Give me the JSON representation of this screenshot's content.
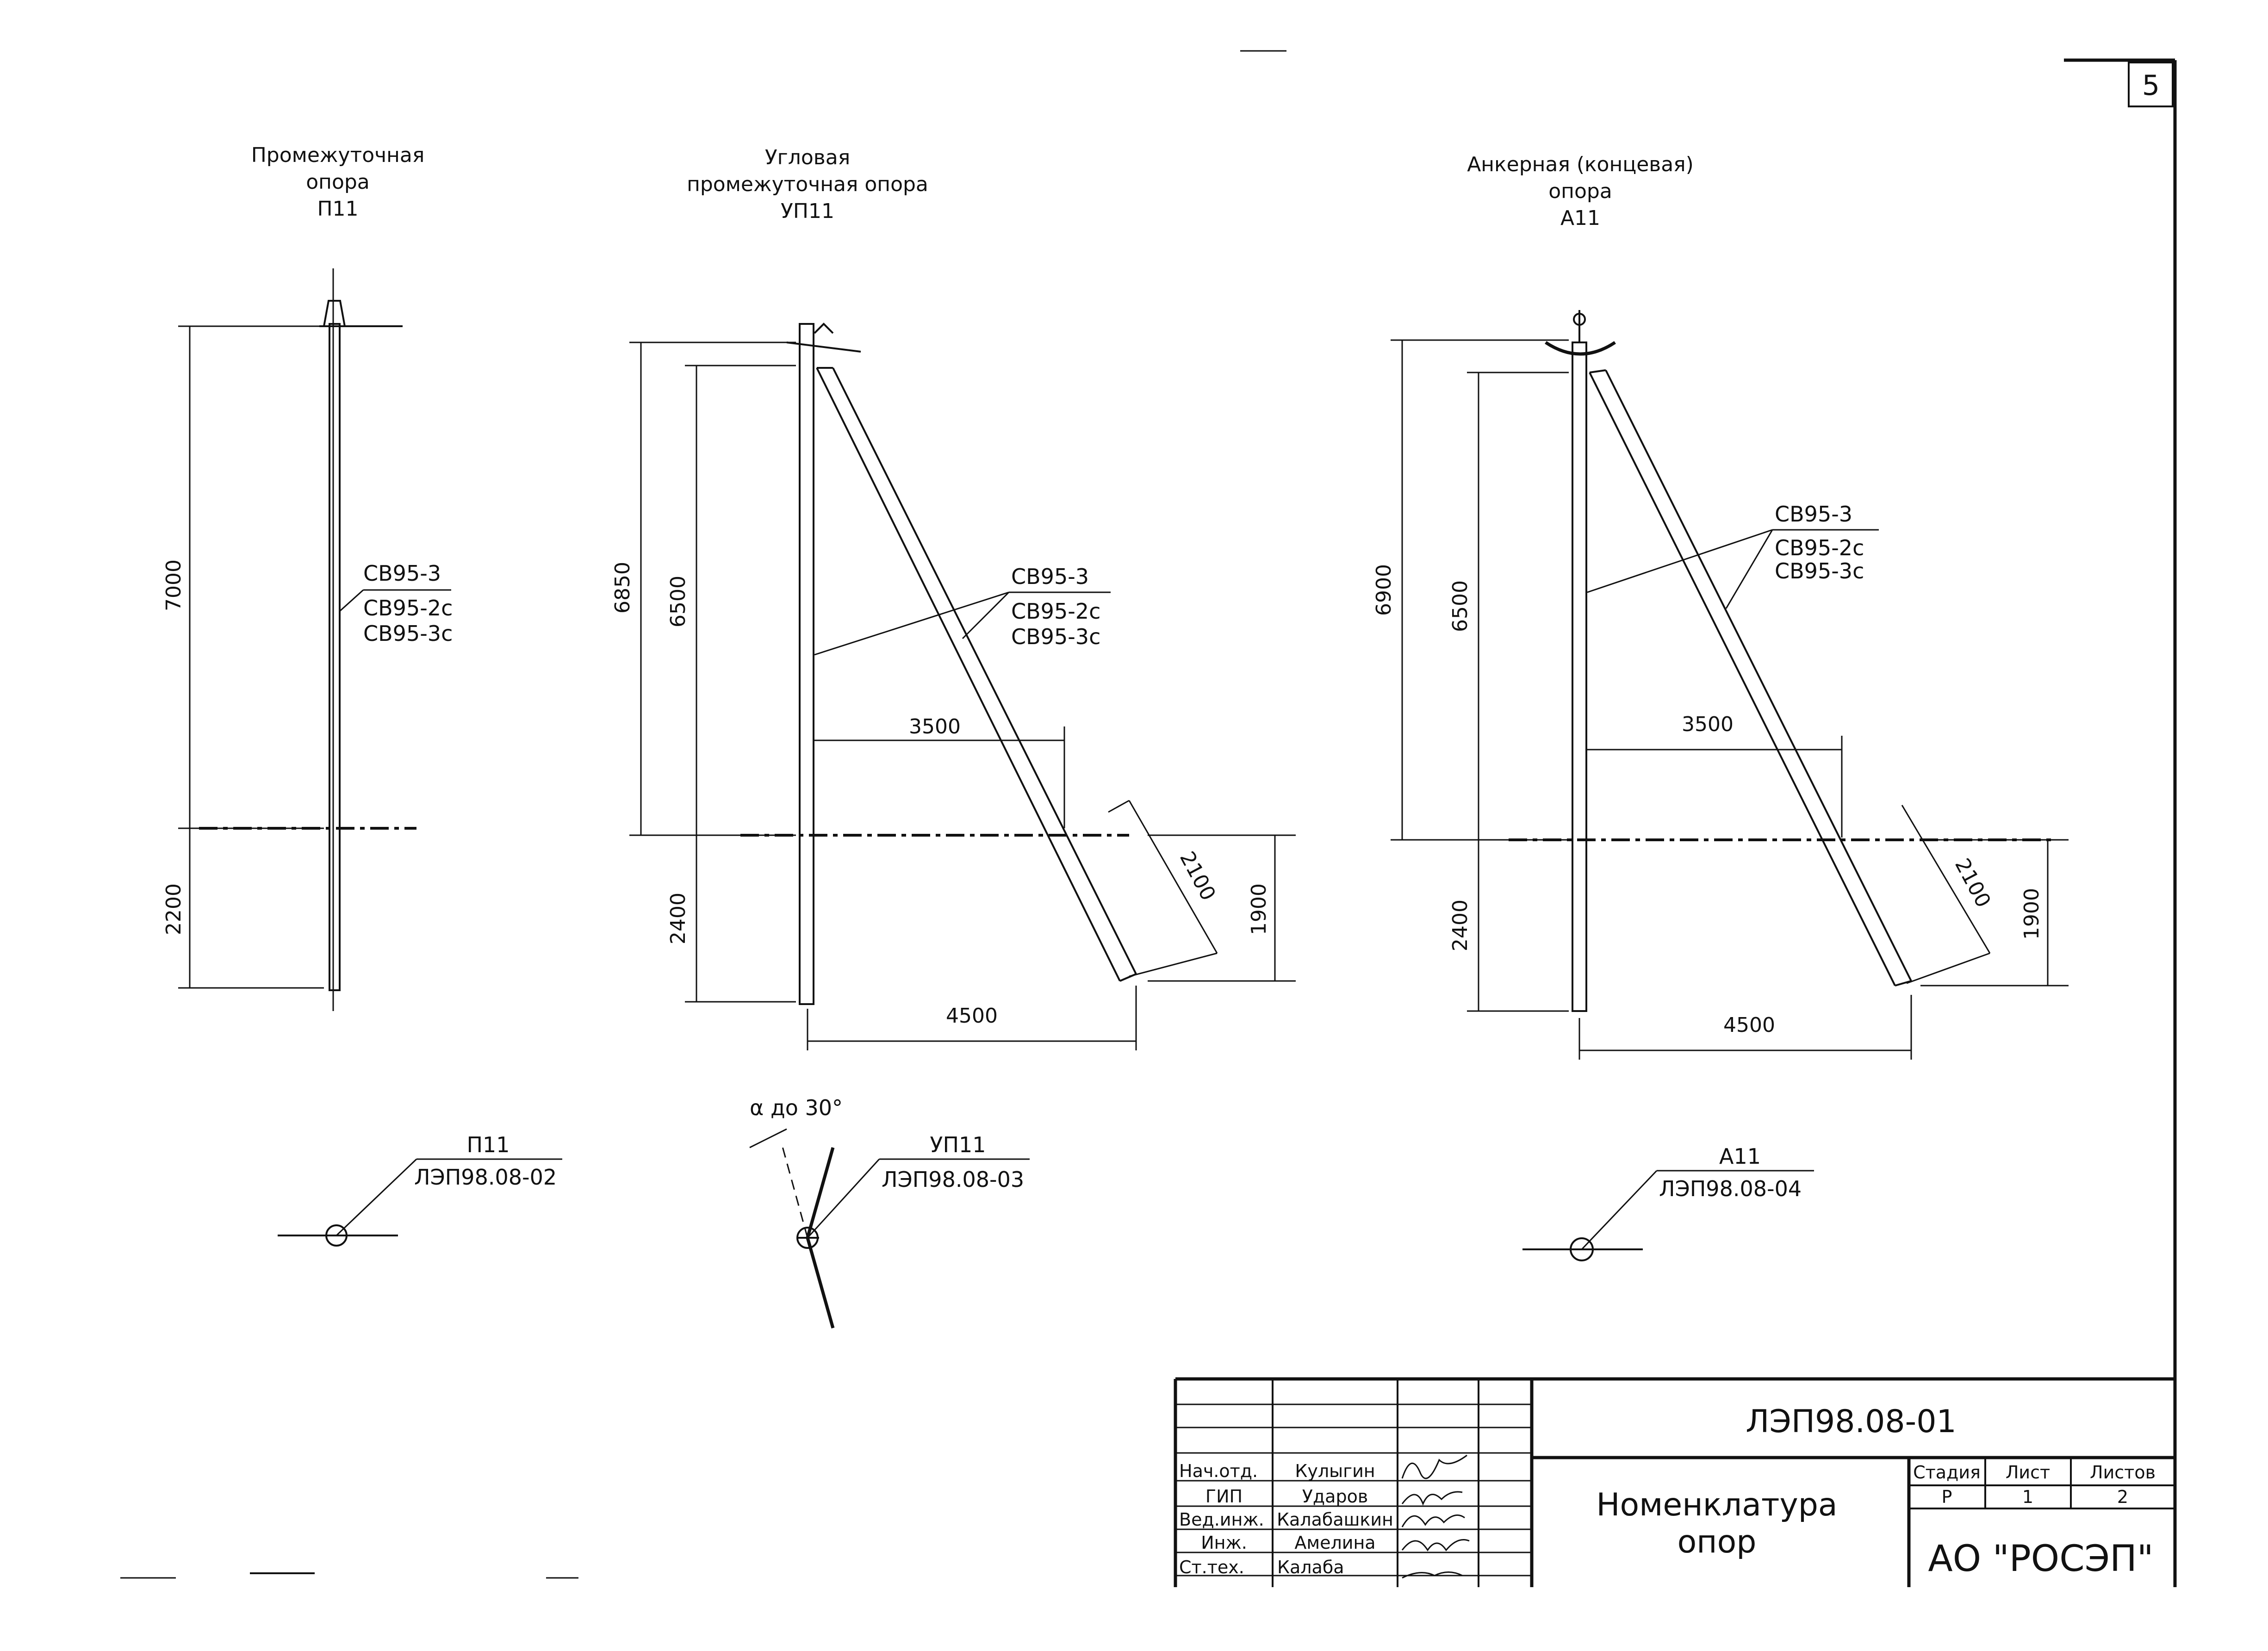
{
  "sheet_number": "5",
  "supports": [
    {
      "title": [
        "Промежуточная",
        "опора",
        "П11"
      ],
      "material": [
        "СВ95-3",
        "СВ95-2с",
        "СВ95-3с"
      ],
      "dims": {
        "above_ground": "7000",
        "below_ground": "2200"
      },
      "plan": {
        "code": "П11",
        "doc": "ЛЭП98.08-02"
      }
    },
    {
      "title": [
        "Угловая",
        "промежуточная опора",
        "УП11"
      ],
      "material": [
        "СВ95-3",
        "СВ95-2с",
        "СВ95-3с"
      ],
      "dims": {
        "total": "6850",
        "attach": "6500",
        "below_ground": "2400",
        "horiz": "3500",
        "strut": "2100",
        "strut_depth": "1900",
        "base": "4500"
      },
      "plan": {
        "code": "УП11",
        "doc": "ЛЭП98.08-03",
        "angle": "α до 30°"
      }
    },
    {
      "title": [
        "Анкерная (концевая)",
        "опора",
        "А11"
      ],
      "material": [
        "СВ95-3",
        "СВ95-2с",
        "СВ95-3с"
      ],
      "dims": {
        "total": "6900",
        "attach": "6500",
        "below_ground": "2400",
        "horiz": "3500",
        "strut": "2100",
        "strut_depth": "1900",
        "base": "4500"
      },
      "plan": {
        "code": "А11",
        "doc": "ЛЭП98.08-04"
      }
    }
  ],
  "title_block": {
    "doc_code": "ЛЭП98.08-01",
    "sheet_title": [
      "Номенклатура",
      "опор"
    ],
    "company": "АО \"РОСЭП\"",
    "stage_header": "Стадия",
    "sheet_header": "Лист",
    "sheets_header": "Листов",
    "stage": "Р",
    "sheet": "1",
    "sheets": "2",
    "roles": [
      {
        "role": "Нач.отд.",
        "name": "Кулыгин"
      },
      {
        "role": "ГИП",
        "name": "Ударов"
      },
      {
        "role": "Вед.инж.",
        "name": "Калабашкин"
      },
      {
        "role": "Инж.",
        "name": "Амелина"
      },
      {
        "role": "Ст.тех.",
        "name": "Калаба"
      }
    ]
  }
}
